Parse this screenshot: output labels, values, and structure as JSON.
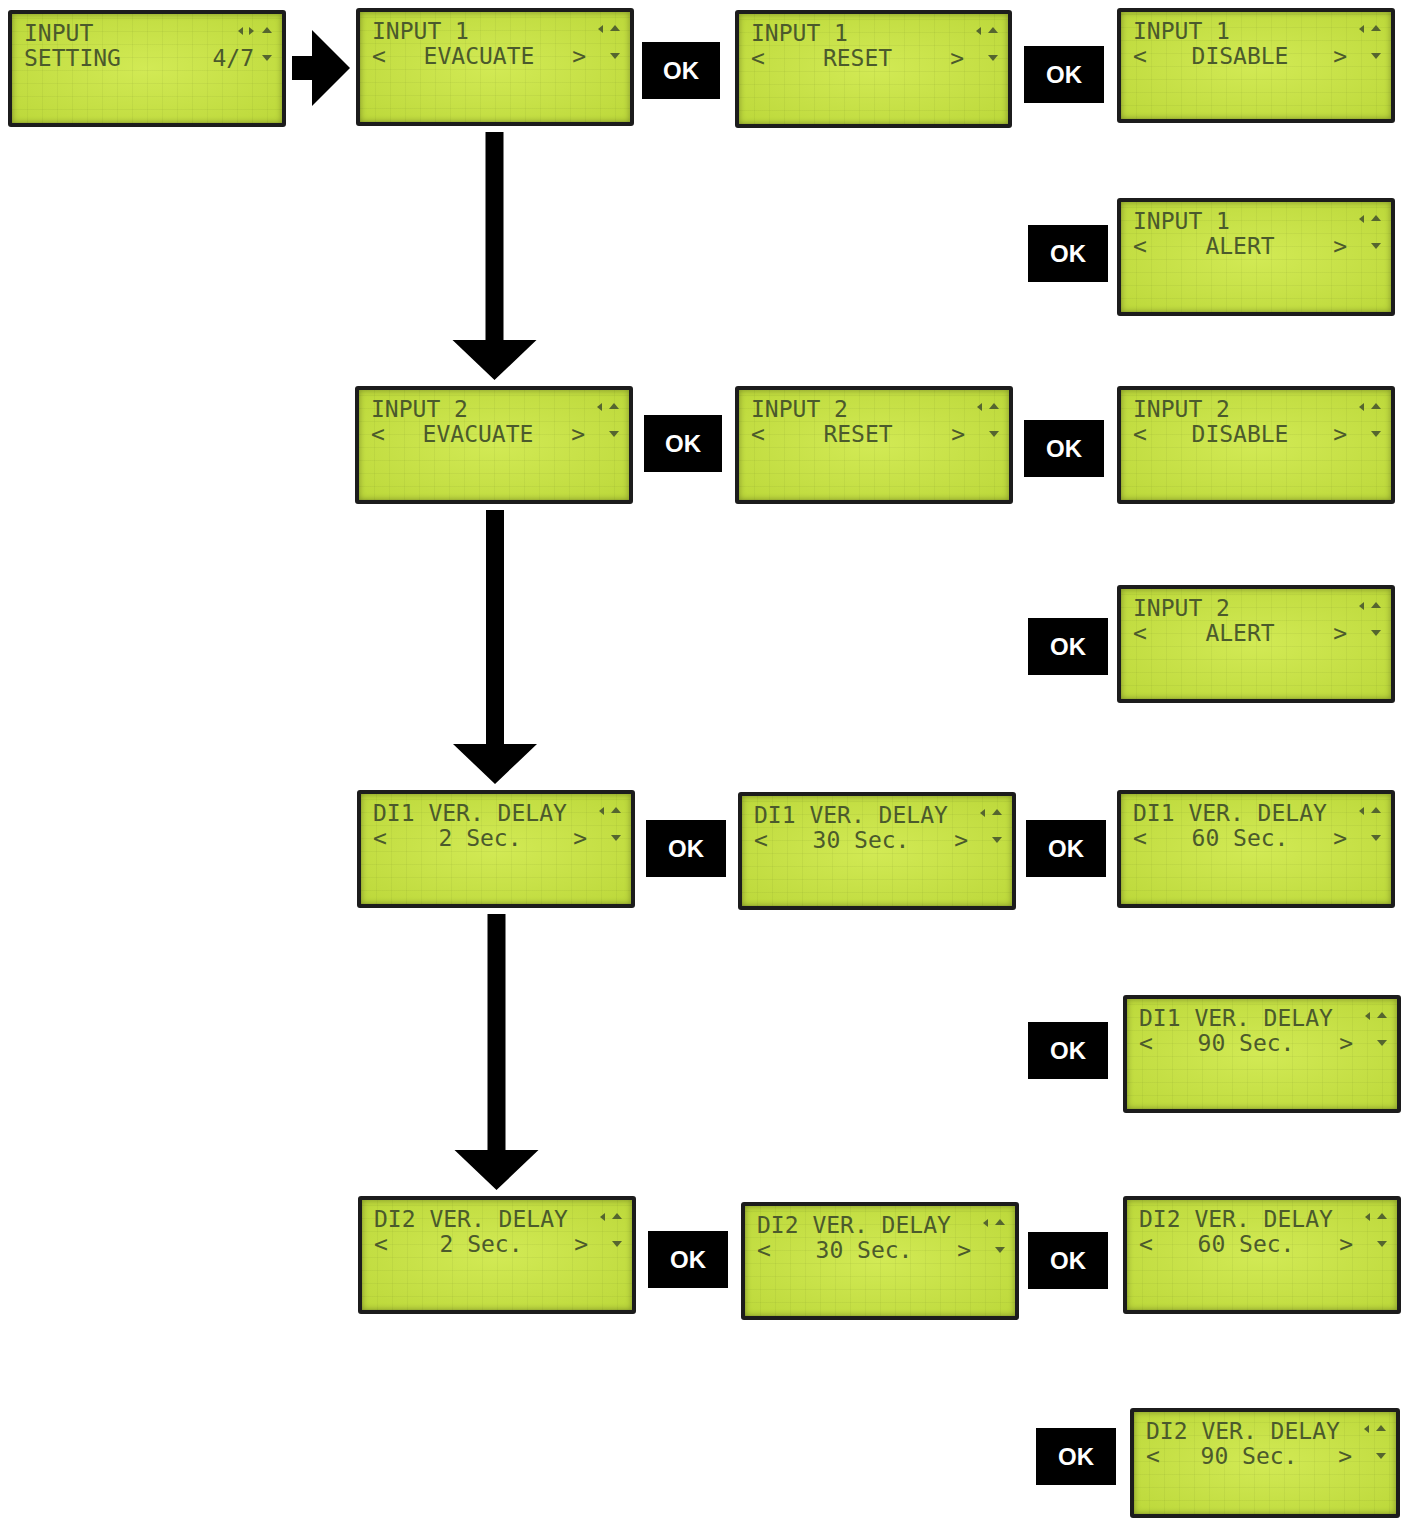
{
  "diagram": {
    "nodes": [
      {
        "text": [
          "INPUT",
          "SETTING",
          "4/7"
        ]
      },
      {
        "text": [
          "INPUT 1",
          "<",
          "EVACUATE",
          ">"
        ]
      },
      {
        "text": [
          "OK"
        ]
      },
      {
        "text": [
          "INPUT 1",
          "<",
          "RESET",
          ">"
        ]
      },
      {
        "text": [
          "OK"
        ]
      },
      {
        "text": [
          "INPUT 1",
          "<",
          "DISABLE",
          ">"
        ]
      },
      {
        "text": [
          "OK"
        ]
      },
      {
        "text": [
          "INPUT 1",
          "<",
          "ALERT",
          ">"
        ]
      },
      {
        "text": [
          "INPUT 2",
          "<",
          "EVACUATE",
          ">"
        ]
      },
      {
        "text": [
          "OK"
        ]
      },
      {
        "text": [
          "INPUT 2",
          "<",
          "RESET",
          ">"
        ]
      },
      {
        "text": [
          "OK"
        ]
      },
      {
        "text": [
          "INPUT 2",
          "<",
          "DISABLE",
          ">"
        ]
      },
      {
        "text": [
          "OK"
        ]
      },
      {
        "text": [
          "INPUT 2",
          "<",
          "ALERT",
          ">"
        ]
      },
      {
        "text": [
          "DI1 VER. DELAY",
          "<",
          "2 Sec.",
          ">"
        ]
      },
      {
        "text": [
          "OK"
        ]
      },
      {
        "text": [
          "DI1 VER. DELAY",
          "<",
          "30 Sec.",
          ">"
        ]
      },
      {
        "text": [
          "OK"
        ]
      },
      {
        "text": [
          "DI1 VER. DELAY",
          "<",
          "60 Sec.",
          ">"
        ]
      },
      {
        "text": [
          "OK"
        ]
      },
      {
        "text": [
          "DI1 VER. DELAY",
          "<",
          "90 Sec.",
          ">"
        ]
      },
      {
        "text": [
          "DI2 VER. DELAY",
          "<",
          "2 Sec.",
          ">"
        ]
      },
      {
        "text": [
          "OK"
        ]
      },
      {
        "text": [
          "DI2 VER. DELAY",
          "<",
          "30 Sec.",
          ">"
        ]
      },
      {
        "text": [
          "OK"
        ]
      },
      {
        "text": [
          "DI2 VER. DELAY",
          "<",
          "60 Sec.",
          ">"
        ]
      },
      {
        "text": [
          "OK"
        ]
      },
      {
        "text": [
          "DI2 VER. DELAY",
          "<",
          "90 Sec.",
          ">"
        ]
      }
    ],
    "edges": [
      {
        "from": 0,
        "to": 1,
        "arrow": "to"
      },
      {
        "from": 1,
        "to": 8,
        "arrow": "to"
      },
      {
        "from": 8,
        "to": 15,
        "arrow": "to"
      },
      {
        "from": 15,
        "to": 22,
        "arrow": "to"
      }
    ]
  }
}
